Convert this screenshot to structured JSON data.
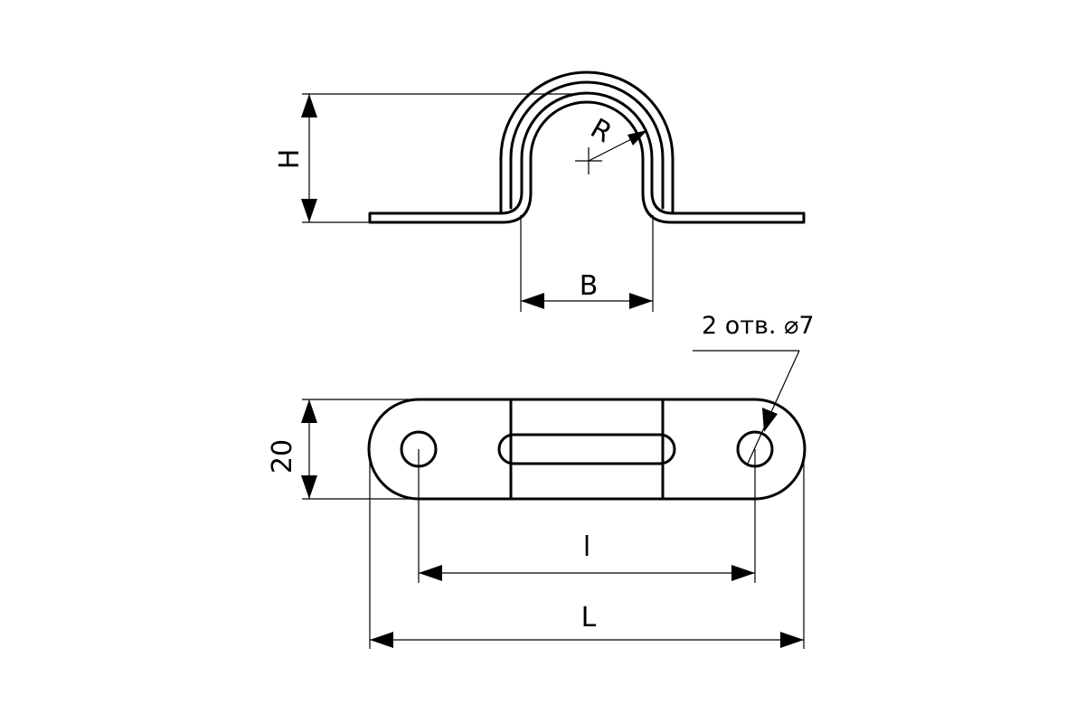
{
  "labels": {
    "height": "H",
    "radius": "R",
    "inner_width": "B",
    "width": "20",
    "hole_spacing": "l",
    "total_length": "L",
    "holes_note": "2 отв. ⌀7"
  },
  "colors": {
    "line": "#000000",
    "background": "#ffffff"
  }
}
